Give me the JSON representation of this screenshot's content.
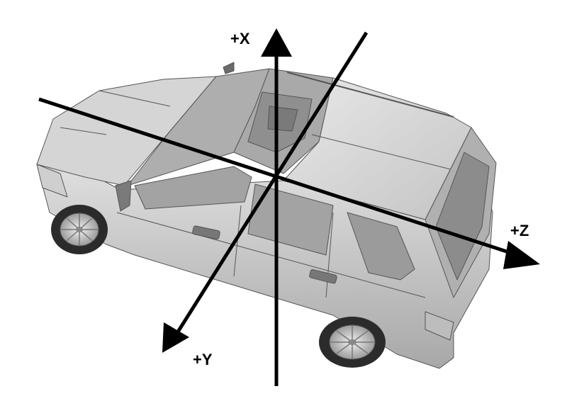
{
  "diagram": {
    "axes": [
      {
        "id": "x",
        "label": "+X"
      },
      {
        "id": "y",
        "label": "+Y"
      },
      {
        "id": "z",
        "label": "+Z"
      }
    ],
    "subject": "car-3d-wireframe",
    "colors": {
      "axis": "#000000",
      "body_light": "#d9d9d9",
      "body_mid": "#bdbdbd",
      "body_dark": "#8a8a8a",
      "glass": "#9a9a9a",
      "outline": "#555555",
      "tire": "#2b2b2b"
    }
  }
}
